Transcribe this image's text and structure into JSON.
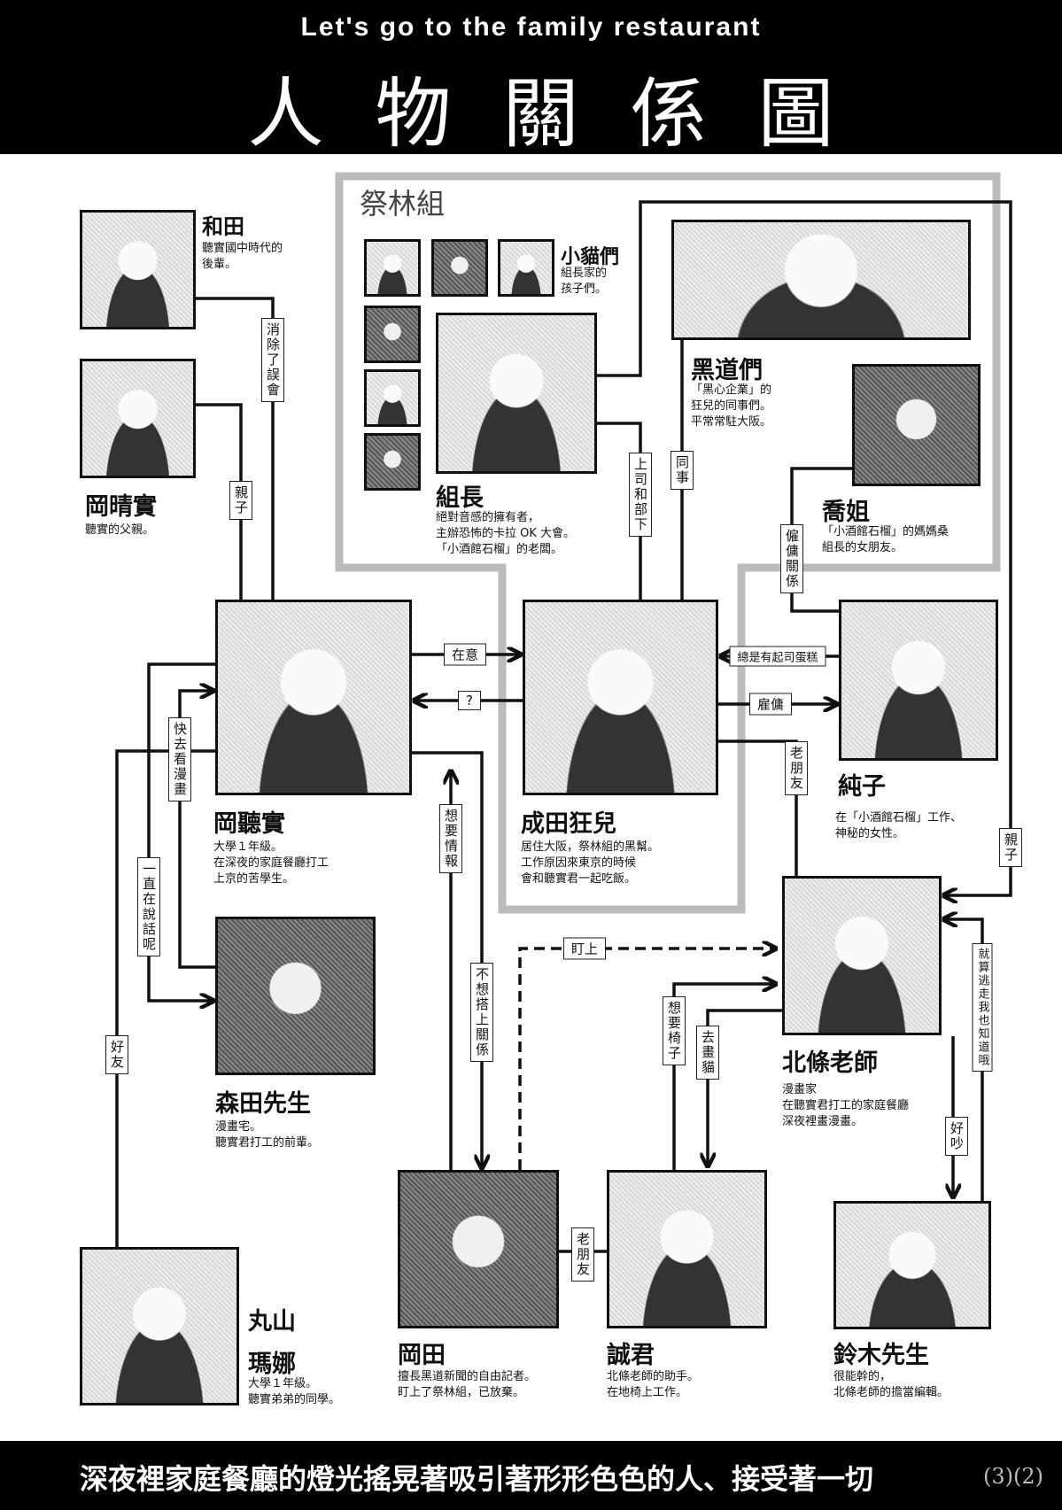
{
  "header": {
    "subtitle": "Let's go to the family restaurant",
    "title": "人物關係圖"
  },
  "group": {
    "label": "祭林組"
  },
  "characters": {
    "wada": {
      "name": "和田",
      "desc": [
        "聽實國中時代的",
        "後輩。"
      ]
    },
    "oka_harumi": {
      "name": "岡晴實",
      "desc": [
        "聽實的父親。"
      ]
    },
    "kittens": {
      "name": "小貓們",
      "desc": [
        "組長家的",
        "孩子們。"
      ]
    },
    "kumicho": {
      "name": "組長",
      "desc": [
        "絕對音感的擁有者，",
        "主辦恐怖的卡拉 OK 大會。",
        "「小酒館石榴」的老闆。"
      ]
    },
    "yakuzas": {
      "name": "黑道們",
      "desc": [
        "「黑心企業」的",
        "狂兒的同事們。",
        "平常常駐大阪。"
      ]
    },
    "kyoane": {
      "name": "喬姐",
      "desc": [
        "「小酒館石榴」的媽媽桑",
        "組長的女朋友。"
      ]
    },
    "oka_satomi": {
      "name": "岡聽實",
      "desc": [
        "大學１年級。",
        "在深夜的家庭餐廳打工",
        "上京的苦學生。"
      ]
    },
    "narita": {
      "name": "成田狂兒",
      "desc": [
        "居住大阪，祭林組的黑幫。",
        "工作原因來東京的時候",
        "會和聽實君一起吃飯。"
      ]
    },
    "junko": {
      "name": "純子",
      "desc": [
        "在「小酒館石榴」工作、",
        "神秘的女性。"
      ]
    },
    "morita": {
      "name": "森田先生",
      "desc": [
        "漫畫宅。",
        "聽實君打工的前輩。"
      ]
    },
    "hojo": {
      "name": "北條老師",
      "desc": [
        "漫畫家",
        "在聽實君打工的家庭餐廳",
        "深夜裡畫漫畫。"
      ]
    },
    "okada": {
      "name": "岡田",
      "desc": [
        "擅長黑道新聞的自由記者。",
        "盯上了祭林組，已放棄。"
      ]
    },
    "makoto": {
      "name": "誠君",
      "desc": [
        "北條老師的助手。",
        "在地椅上工作。"
      ]
    },
    "suzuki": {
      "name": "鈴木先生",
      "desc": [
        "很能幹的，",
        "北條老師的擔當編輯。"
      ]
    },
    "maruyama": {
      "name_line1": "丸山",
      "name_line2": "瑪娜",
      "desc": [
        "大學１年級。",
        "聽實弟弟的同學。"
      ]
    }
  },
  "relations": {
    "misunderstanding_cleared": "消除了誤會",
    "parent_child_left": "親子",
    "boss_subordinate": "上司和部下",
    "colleague": "同事",
    "employment_relation": "僱傭關係",
    "cares": "在意",
    "question": "?",
    "always_cheesecake": "總是有起司蛋糕",
    "employ": "雇傭",
    "old_friend_narita_hojo": "老朋友",
    "go_read_manga": "快去看漫畫",
    "keeps_talking": "一直在說話呢",
    "wants_info": "想要情報",
    "no_involvement": "不想搭上關係",
    "targeted": "盯上",
    "wants_chair": "想要椅子",
    "draw_cats": "去畫貓",
    "parent_child_right": "親子",
    "knows_escape": "就算逃走我也知道哦",
    "noisy": "好吵",
    "good_friends": "好友",
    "old_friend_okada_makoto": "老朋友"
  },
  "footer": {
    "text": "深夜裡家庭餐廳的燈光搖晃著吸引著形形色色的人、接受著一切",
    "page": "(3)(2)"
  }
}
